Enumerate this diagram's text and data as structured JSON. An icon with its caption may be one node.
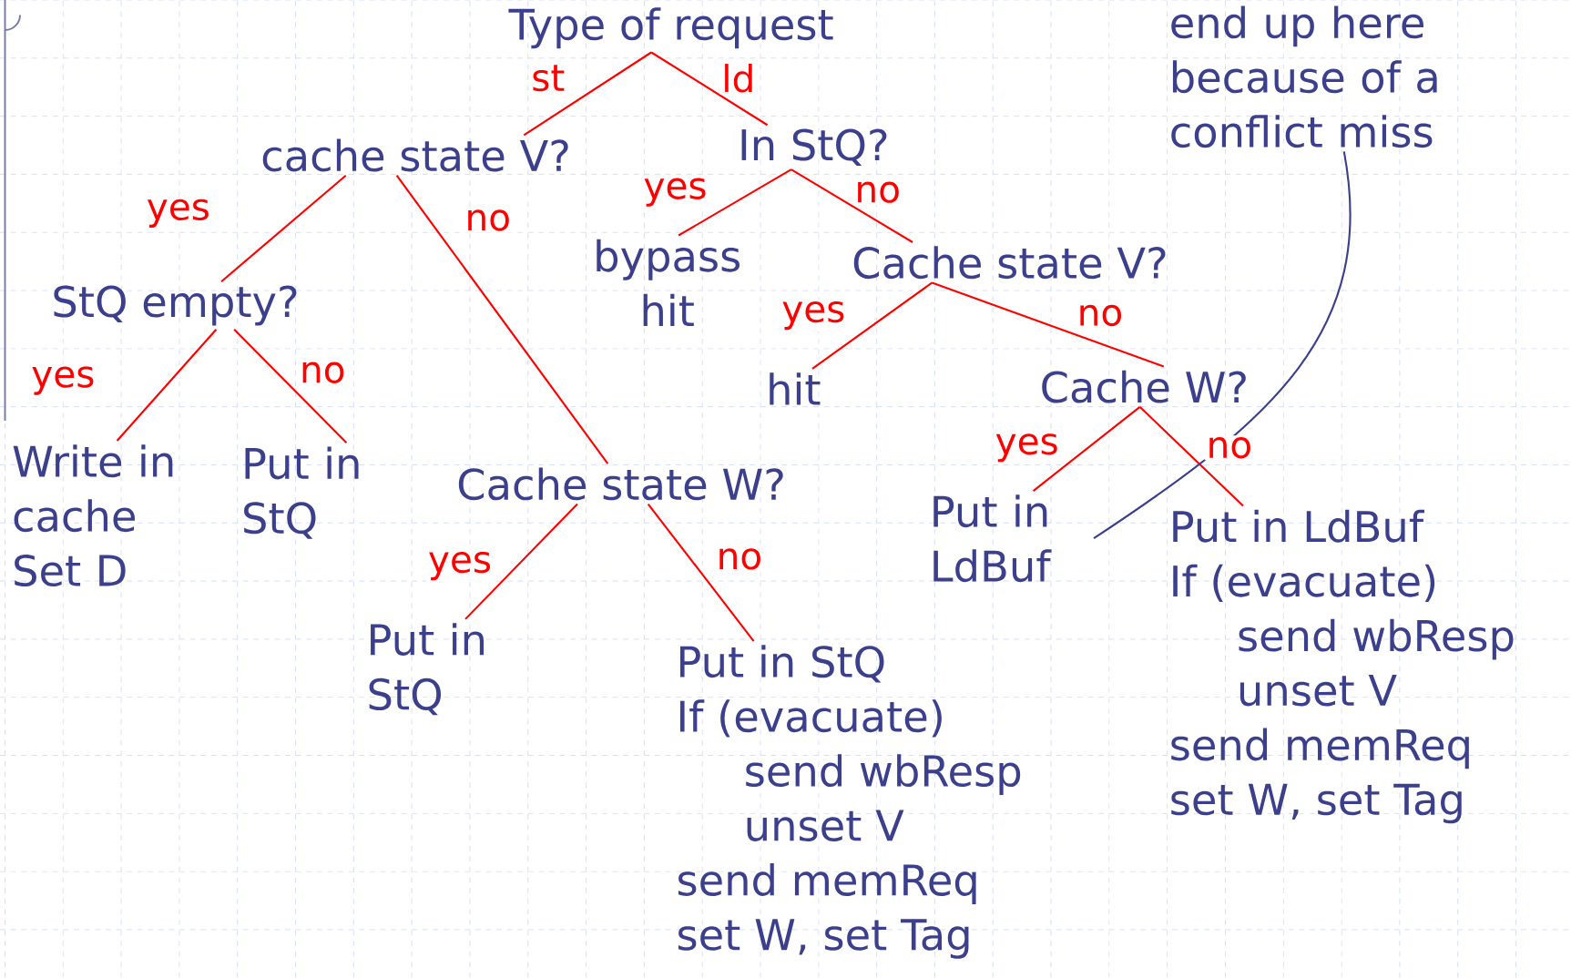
{
  "diagram": {
    "nodes": [
      {
        "text": [
          "Type of request"
        ]
      },
      {
        "text": [
          "cache state V?"
        ]
      },
      {
        "text": [
          "In StQ?"
        ]
      },
      {
        "text": [
          "StQ empty?"
        ]
      },
      {
        "text": [
          "bypass hit"
        ]
      },
      {
        "text": [
          "Cache state V?"
        ]
      },
      {
        "text": [
          "Write in cache",
          "Set D"
        ]
      },
      {
        "text": [
          "Put in StQ"
        ]
      },
      {
        "text": [
          "Cache state W?"
        ]
      },
      {
        "text": [
          "hit"
        ]
      },
      {
        "text": [
          "Cache W?"
        ]
      },
      {
        "text": [
          "Put in StQ"
        ]
      },
      {
        "text": [
          "Put in StQ",
          "If (evacuate)",
          "send wbResp",
          "unset V",
          "send memReq",
          "set W, set Tag"
        ]
      },
      {
        "text": [
          "Put in LdBuf"
        ]
      },
      {
        "text": [
          "Put in LdBuf",
          "If (evacuate)",
          "send wbResp",
          "unset V",
          "send memReq",
          "set W, set Tag"
        ]
      },
      {
        "text": [
          "end up here because of a conflict miss"
        ]
      }
    ],
    "edges": [
      {
        "from": 0,
        "to": 1,
        "arrow": "none",
        "label": "st"
      },
      {
        "from": 0,
        "to": 2,
        "arrow": "none",
        "label": "ld"
      },
      {
        "from": 1,
        "to": 3,
        "arrow": "none",
        "label": "yes"
      },
      {
        "from": 1,
        "to": 8,
        "arrow": "none",
        "label": "no"
      },
      {
        "from": 2,
        "to": 4,
        "arrow": "none",
        "label": "yes"
      },
      {
        "from": 2,
        "to": 5,
        "arrow": "none",
        "label": "no"
      },
      {
        "from": 3,
        "to": 6,
        "arrow": "none",
        "label": "yes"
      },
      {
        "from": 3,
        "to": 7,
        "arrow": "none",
        "label": "no"
      },
      {
        "from": 5,
        "to": 9,
        "arrow": "none",
        "label": "yes"
      },
      {
        "from": 5,
        "to": 10,
        "arrow": "none",
        "label": "no"
      },
      {
        "from": 10,
        "to": 13,
        "arrow": "none",
        "label": "yes"
      },
      {
        "from": 10,
        "to": 14,
        "arrow": "none",
        "label": "no"
      },
      {
        "from": 8,
        "to": 11,
        "arrow": "none",
        "label": "yes"
      },
      {
        "from": 8,
        "to": 12,
        "arrow": "none",
        "label": "no"
      },
      {
        "from": 15,
        "to": 13,
        "arrow": "none",
        "color": "#3b3f8c"
      }
    ]
  }
}
